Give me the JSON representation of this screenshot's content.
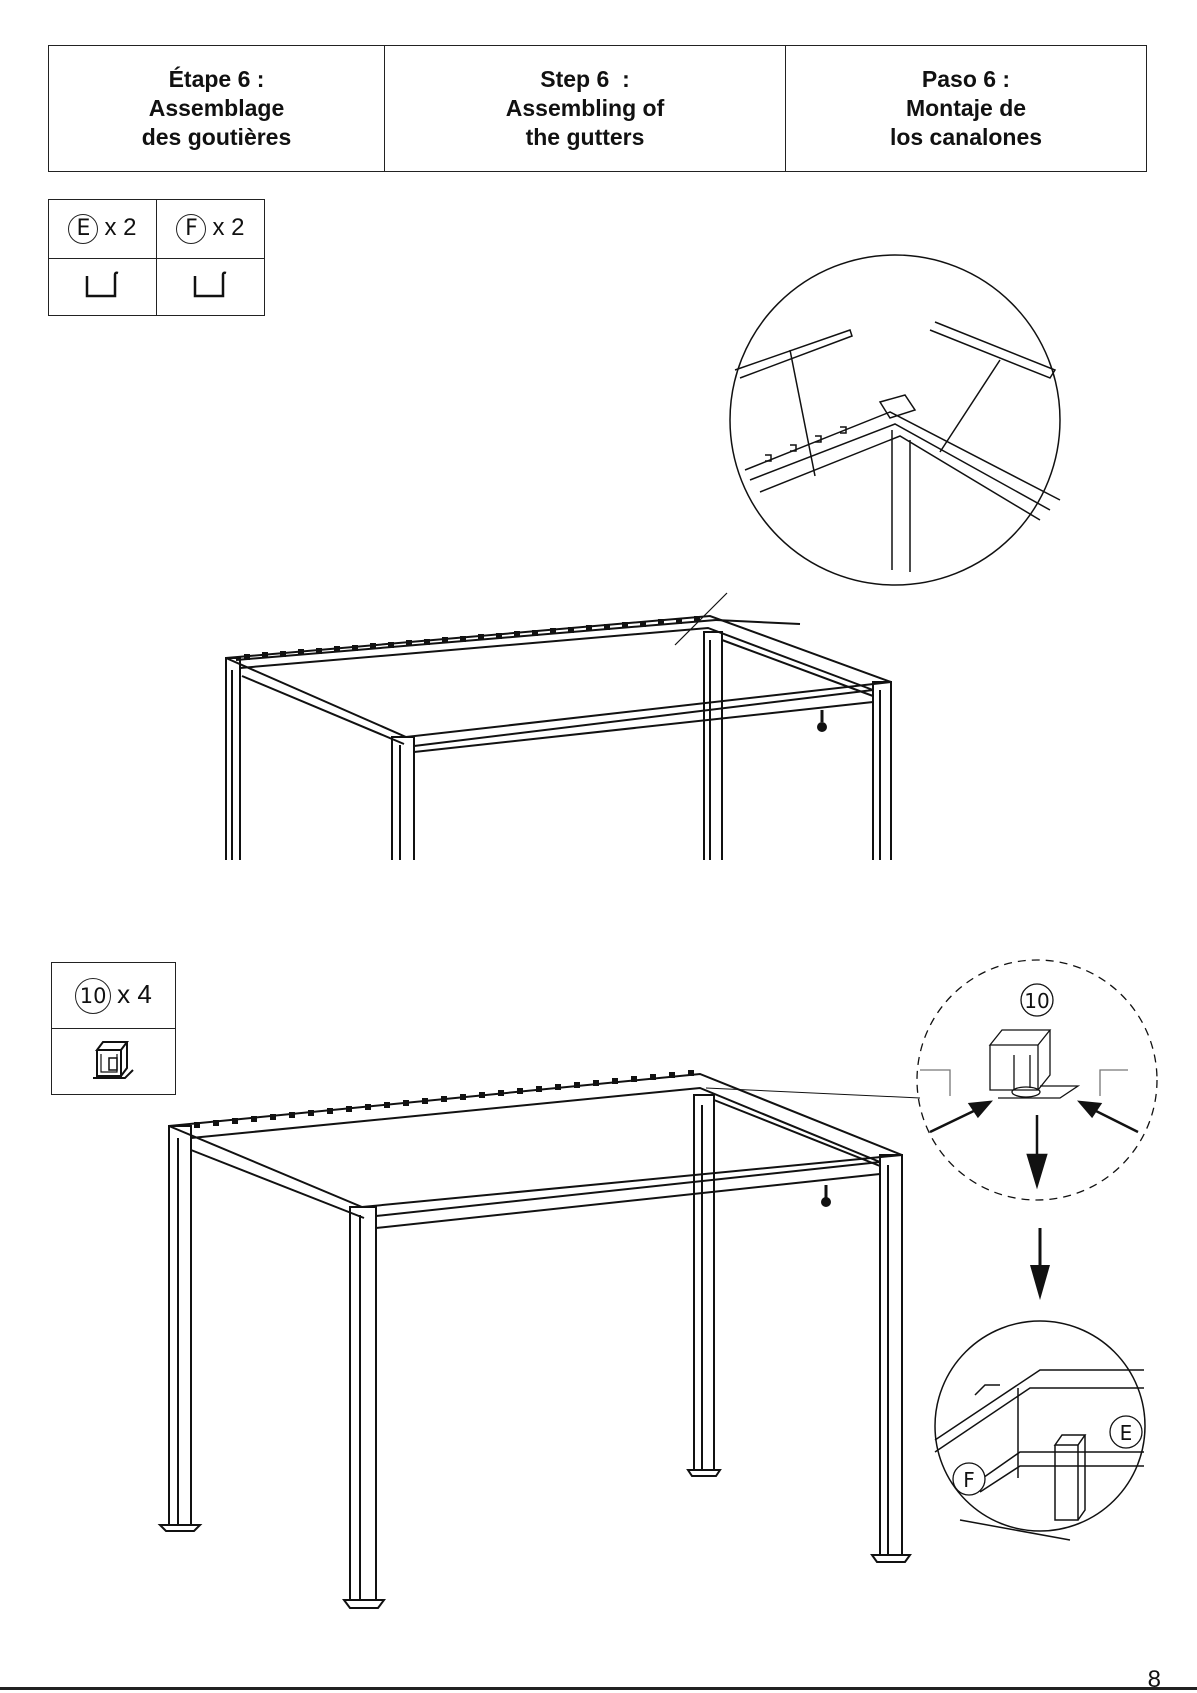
{
  "header": {
    "fr": {
      "line1": "Étape 6 :",
      "line2": "Assemblage",
      "line3": "des goutières"
    },
    "en": {
      "line1": "Step 6  :",
      "line2": "Assembling of",
      "line3": "the gutters"
    },
    "es": {
      "line1": "Paso 6 :",
      "line2": "Montaje de",
      "line3": "los canalones"
    }
  },
  "parts_top": [
    {
      "label": "E",
      "qty": "x 2",
      "icon": "gutter-profile-icon"
    },
    {
      "label": "F",
      "qty": "x 2",
      "icon": "gutter-profile-icon"
    }
  ],
  "parts_bottom": {
    "label": "10",
    "qty": "x 4",
    "icon": "corner-connector-icon"
  },
  "detail_labels": {
    "connector": "10",
    "gutter_e": "E",
    "gutter_f": "F"
  },
  "page_number": "8"
}
